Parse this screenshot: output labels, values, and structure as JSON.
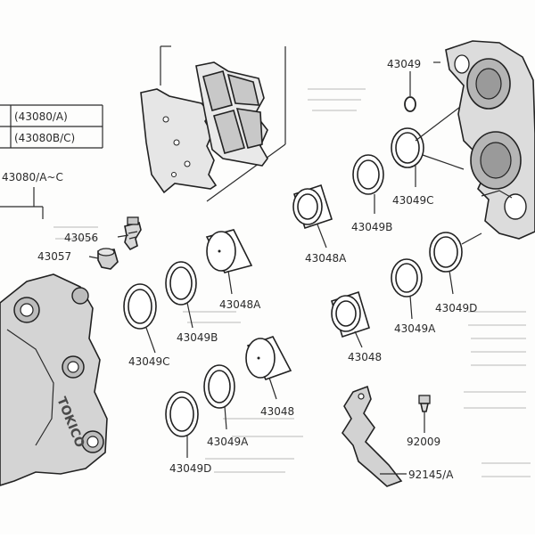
{
  "diagram": {
    "table": {
      "rows": [
        {
          "code": "(43080/A)"
        },
        {
          "code": "(43080B/C)"
        }
      ],
      "assembly_label": "43080/A~C"
    },
    "callouts": {
      "c43049_top": "43049",
      "c43049c_right": "43049C",
      "c43049b_right": "43049B",
      "c43048a_right": "43048A",
      "c43049d_right": "43049D",
      "c43049a_right": "43049A",
      "c43048_right": "43048",
      "c43056": "43056",
      "c43057": "43057",
      "c43048a_left": "43048A",
      "c43049b_left": "43049B",
      "c43049c_left": "43049C",
      "c43048_left": "43048",
      "c43049a_left": "43049A",
      "c43049d_left": "43049D",
      "c92009": "92009",
      "c92145a": "92145/A"
    },
    "caliper_text": "TOKICO",
    "colors": {
      "ink": "#222222",
      "paper": "#fdfdfc",
      "part_fill": "#dcdcdc"
    }
  }
}
